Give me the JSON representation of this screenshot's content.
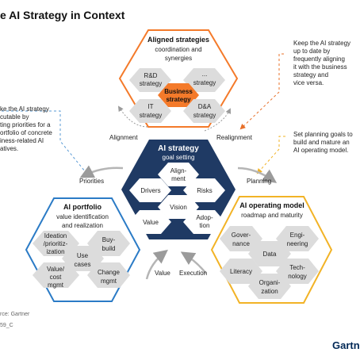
{
  "title": "e AI Strategy in Context",
  "notes": {
    "left": [
      "ke the AI strategy",
      "cutable by",
      "ting priorities for a",
      "ortfolio of concrete",
      "iness-related AI",
      "atives."
    ],
    "top_right": [
      "Keep the AI strategy",
      "up to date by",
      "frequently aligning",
      "it with the business",
      "strategy and",
      "vice versa."
    ],
    "mid_right": [
      "Set planning goals to",
      "build and mature an",
      "AI operating model."
    ]
  },
  "center": {
    "title": "AI strategy",
    "subtitle": "goal setting",
    "items": [
      "Align-",
      "ment",
      "Drivers",
      "Risks",
      "Vision",
      "Value",
      "Adop-",
      "tion"
    ]
  },
  "top": {
    "title": "Aligned strategies",
    "subtitle": [
      "coordination and",
      "synergies"
    ],
    "items": [
      "R&D",
      "strategy",
      "...",
      "strategy",
      "Business",
      "strategy",
      "IT",
      "strategy",
      "D&A",
      "strategy"
    ]
  },
  "left": {
    "title": "AI portfolio",
    "subtitle": [
      "value identification",
      "and realization"
    ],
    "items": [
      "Ideation",
      "/prioritiz-",
      "ization",
      "Buy-",
      "build",
      "Use",
      "cases",
      "Value/",
      "cost",
      "mgmt",
      "Change",
      "mgmt"
    ]
  },
  "right": {
    "title": "AI operating model",
    "subtitle": "roadmap and maturity",
    "items": [
      "Gover-",
      "nance",
      "Engi-",
      "neering",
      "Data",
      "Literacy",
      "Tech-",
      "nology",
      "Organi-",
      "zation"
    ]
  },
  "arrows": {
    "alignment": "Alignment",
    "realignment": "Realignment",
    "priorities": "Priorities",
    "planning": "Planning",
    "value": "Value",
    "execution": "Execution"
  },
  "source": "rce: Gartner",
  "doc_id": "59_C",
  "logo": "Gartn",
  "colors": {
    "navy": "#1f3a64",
    "orange": "#f47a2a",
    "blue_outline": "#2b7bc6",
    "yellow_outline": "#f2b326",
    "hex_gray": "#dcdcdc",
    "dashed_orange": "#e8702a",
    "dashed_yellow": "#f2b326",
    "dashed_blue": "#5a9bd5"
  }
}
